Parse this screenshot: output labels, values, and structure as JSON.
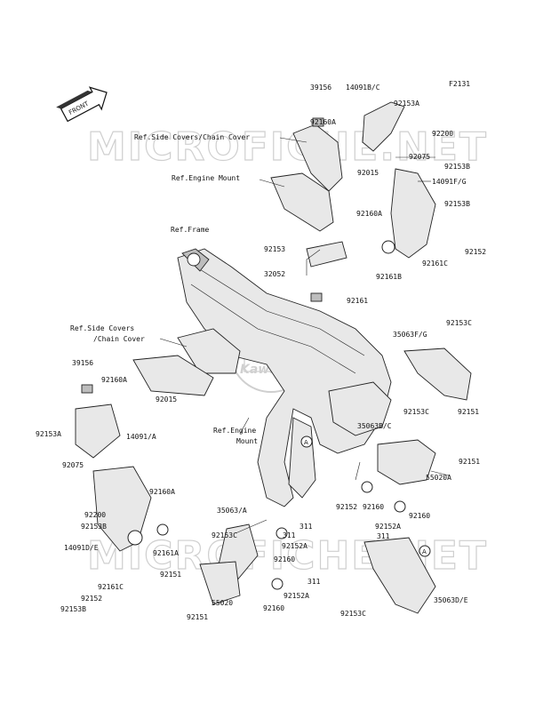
{
  "figure_code": "F2131",
  "front_arrow": {
    "icon": "front-arrow-icon",
    "label": "FRONT"
  },
  "watermark": {
    "text": "MICROFICHE.NET",
    "logo": "kawasaki-watermark-logo",
    "logo_text": "Kawasaki"
  },
  "circle_marker": "A",
  "labels": {
    "l39156_top": "39156",
    "l14091bc": "14091B/C",
    "l92153a_top": "92153A",
    "l92160a_top": "92160A",
    "ref_side_covers_chain": "Ref.Side Covers/Chain Cover",
    "l92200_top": "92200",
    "l92075_top": "92075",
    "l92153b_top": "92153B",
    "l92015_top": "92015",
    "ref_engine_mount_top": "Ref.Engine Mount",
    "l14091fg": "14091F/G",
    "l92160a_mid": "92160A",
    "l92153b_mid": "92153B",
    "ref_frame": "Ref.Frame",
    "l92153_mid": "92153",
    "l92152_right": "92152",
    "l92161c_right": "92161C",
    "l32052": "32052",
    "l92161b": "92161B",
    "l92161": "92161",
    "ref_side_covers_l1": "Ref.Side Covers",
    "ref_side_covers_l2": "/Chain Cover",
    "l35063fg": "35063F/G",
    "l92153c_r1": "92153C",
    "l39156_left": "39156",
    "l92160a_left": "92160A",
    "l92015_left": "92015",
    "ref_engine_mount_l1": "Ref.Engine",
    "ref_engine_mount_l2": "Mount",
    "l92153c_r2": "92153C",
    "l92151_r1": "92151",
    "l35063bc": "35063B/C",
    "l92153a_left": "92153A",
    "l14091a": "14091/A",
    "l92151_r2": "92151",
    "l92075_left": "92075",
    "l55020a": "55020A",
    "l92160a_low": "92160A",
    "l92200_left": "92200",
    "l92153b_left": "92153B",
    "l35063a": "35063/A",
    "l92152_c1": "92152",
    "l92160_c1": "92160",
    "l92160_c2": "92160",
    "l311_a": "311",
    "l92152a_r": "92152A",
    "l14091de": "14091D/E",
    "l92161a": "92161A",
    "l92153c_mid": "92153C",
    "l311_b": "311",
    "l92152a_mid": "92152A",
    "l311_c": "311",
    "l92160_mid": "92160",
    "l92161c_left": "92161C",
    "l92152_left": "92152",
    "l92153b_bottom": "92153B",
    "l92151_bottom": "92151",
    "l55020": "55020",
    "l92152a_low": "92152A",
    "l311_d": "311",
    "l92160_low": "92160",
    "l35063de": "35063D/E",
    "l92153c_bottom": "92153C"
  }
}
